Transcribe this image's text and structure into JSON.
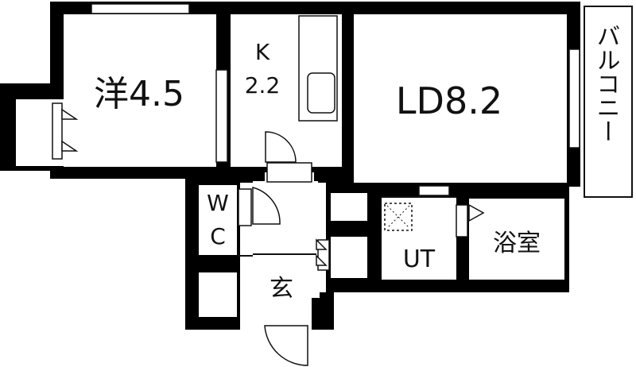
{
  "colors": {
    "wall": "#000000",
    "floor": "#ffffff",
    "line": "#111111"
  },
  "rooms": {
    "western": "洋4.5",
    "kitchen_k": "K",
    "kitchen_size": "2.2",
    "living_dining": "LD8.2",
    "balcony": "バルコニー",
    "wc_w": "W",
    "wc_c": "C",
    "utility": "UT",
    "bath": "浴室",
    "entrance": "玄"
  },
  "icons": {
    "sink": "kitchen-sink-icon",
    "washer": "washing-machine-pan-icon",
    "doors": "door-swing-icon",
    "windows": "window-icon"
  }
}
